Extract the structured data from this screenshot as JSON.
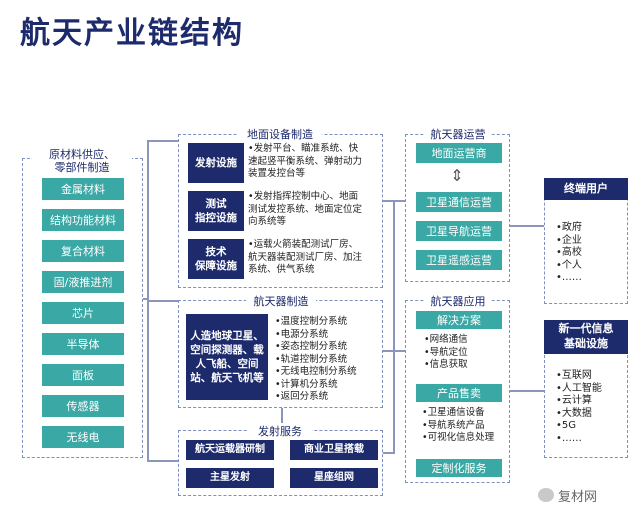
{
  "page_title": "航天产业链结构",
  "raw_materials": {
    "title_line1": "原材料供应、",
    "title_line2": "零部件制造",
    "items": [
      "金属材料",
      "结构功能材料",
      "复合材料",
      "固/液推进剂",
      "芯片",
      "半导体",
      "面板",
      "传感器",
      "无线电"
    ]
  },
  "ground_equipment": {
    "title": "地面设备制造",
    "rows": [
      {
        "label_lines": [
          "发射设施"
        ],
        "desc_lines": [
          "•发射平台、瞄准系统、快",
          "速起竖平衡系统、弹射动力",
          "装置发控台等"
        ]
      },
      {
        "label_lines": [
          "测试",
          "指控设施"
        ],
        "desc_lines": [
          "•发射指挥控制中心、地面",
          "测试发控系统、地面定位定",
          "向系统等"
        ]
      },
      {
        "label_lines": [
          "技术",
          "保障设施"
        ],
        "desc_lines": [
          "•运载火箭装配测试厂房、",
          "航天器装配测试厂房、加注",
          "系统、供气系统"
        ]
      }
    ]
  },
  "spacecraft_manufacturing": {
    "title": "航天器制造",
    "label_lines": [
      "人造地球卫星、",
      "空间探测器、载",
      "人飞船、空间",
      "站、航天飞机等"
    ],
    "subsystems": [
      "•温度控制分系统",
      "•电源分系统",
      "•姿态控制分系统",
      "•轨道控制分系统",
      "•无线电控制分系统",
      "•计算机分系统",
      "•返回分系统"
    ]
  },
  "launch_services": {
    "title": "发射服务",
    "items": [
      "航天运载器研制",
      "商业卫星搭载",
      "主星发射",
      "星座组网"
    ]
  },
  "spacecraft_operations": {
    "title": "航天器运营",
    "items": [
      "地面运营商",
      "卫星通信运营",
      "卫星导航运营",
      "卫星遥感运营"
    ]
  },
  "spacecraft_applications": {
    "title": "航天器应用",
    "solutions": {
      "label": "解决方案",
      "items": [
        "•网络通信",
        "•导航定位",
        "•信息获取"
      ]
    },
    "products": {
      "label": "产品售卖",
      "items": [
        "•卫星通信设备",
        "•导航系统产品",
        "•可视化信息处理"
      ]
    },
    "custom": "定制化服务"
  },
  "end_users": {
    "title": "终端用户",
    "items": [
      "•政府",
      "•企业",
      "•高校",
      "•个人",
      "•……"
    ]
  },
  "new_infrastructure": {
    "title_line1": "新一代信息",
    "title_line2": "基础设施",
    "items": [
      "•互联网",
      "•人工智能",
      "•云计算",
      "•大数据",
      "•5G",
      "•……"
    ]
  },
  "watermark": "复材网",
  "colors": {
    "navy": "#1d2a6b",
    "teal": "#3aa8a5",
    "dashed_border": "#7f8fbf",
    "connector": "#8a96bc"
  }
}
